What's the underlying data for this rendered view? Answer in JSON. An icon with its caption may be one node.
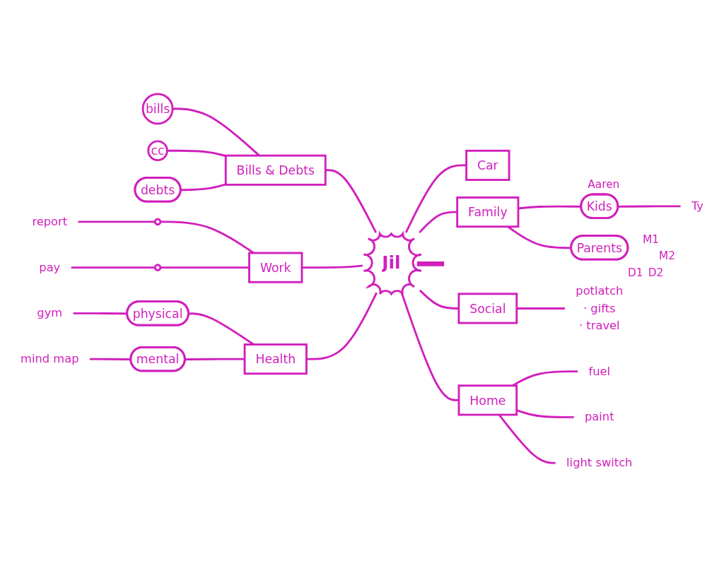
{
  "diagram": {
    "nodes": [
      {
        "text": [
          "Jil"
        ]
      },
      {
        "text": [
          "Bills & Debts"
        ]
      },
      {
        "text": [
          "bills"
        ]
      },
      {
        "text": [
          "cc"
        ]
      },
      {
        "text": [
          "debts"
        ]
      },
      {
        "text": [
          "Car"
        ]
      },
      {
        "text": [
          "Kids"
        ],
        "beside": [
          "Aaren"
        ]
      },
      {
        "text": [
          "Ty"
        ]
      },
      {
        "text": [
          "Family"
        ]
      },
      {
        "text": [
          "Parents"
        ],
        "beside": [
          "M1",
          "M2",
          "D1",
          "D2"
        ]
      },
      {
        "text": [
          "Work"
        ]
      },
      {
        "text": [],
        "shape": "circle"
      },
      {
        "text": [
          "report"
        ]
      },
      {
        "text": [],
        "shape": "circle"
      },
      {
        "text": [
          "pay"
        ]
      },
      {
        "text": [
          "Health"
        ]
      },
      {
        "text": [
          "physical"
        ]
      },
      {
        "text": [
          "gym"
        ]
      },
      {
        "text": [
          "mental"
        ]
      },
      {
        "text": [
          "mind map"
        ]
      },
      {
        "text": [
          "Social"
        ]
      },
      {
        "text": [
          "potlatch",
          "· gifts",
          "· travel"
        ]
      },
      {
        "text": [
          "Home"
        ]
      },
      {
        "text": [
          "fuel"
        ]
      },
      {
        "text": [
          "paint"
        ]
      },
      {
        "text": [
          "light switch"
        ]
      }
    ],
    "edges": [
      {
        "from": 1,
        "to": 0,
        "arrow": "none"
      },
      {
        "from": 2,
        "to": 1,
        "arrow": "none"
      },
      {
        "from": 3,
        "to": 1,
        "arrow": "none"
      },
      {
        "from": 4,
        "to": 1,
        "arrow": "none"
      },
      {
        "from": 0,
        "to": 5,
        "arrow": "none"
      },
      {
        "from": 0,
        "to": 8,
        "arrow": "none"
      },
      {
        "from": 8,
        "to": 6,
        "arrow": "none"
      },
      {
        "from": 6,
        "to": 7,
        "arrow": "none"
      },
      {
        "from": 8,
        "to": 9,
        "arrow": "none"
      },
      {
        "from": 0,
        "to": null,
        "arrow": "none",
        "style": "thick"
      },
      {
        "from": 10,
        "to": 0,
        "arrow": "none"
      },
      {
        "from": 11,
        "to": 10,
        "arrow": "none"
      },
      {
        "from": 12,
        "to": 11,
        "arrow": "none"
      },
      {
        "from": 13,
        "to": 10,
        "arrow": "none"
      },
      {
        "from": 14,
        "to": 13,
        "arrow": "none"
      },
      {
        "from": 15,
        "to": 0,
        "arrow": "none"
      },
      {
        "from": 16,
        "to": 15,
        "arrow": "none"
      },
      {
        "from": 17,
        "to": 16,
        "arrow": "none"
      },
      {
        "from": 18,
        "to": 15,
        "arrow": "none"
      },
      {
        "from": 19,
        "to": 18,
        "arrow": "none"
      },
      {
        "from": 0,
        "to": 20,
        "arrow": "none"
      },
      {
        "from": 20,
        "to": 21,
        "arrow": "none"
      },
      {
        "from": 0,
        "to": 22,
        "arrow": "none"
      },
      {
        "from": 22,
        "to": 23,
        "arrow": "none"
      },
      {
        "from": 22,
        "to": 24,
        "arrow": "none"
      },
      {
        "from": 22,
        "to": 25,
        "arrow": "none"
      }
    ]
  }
}
